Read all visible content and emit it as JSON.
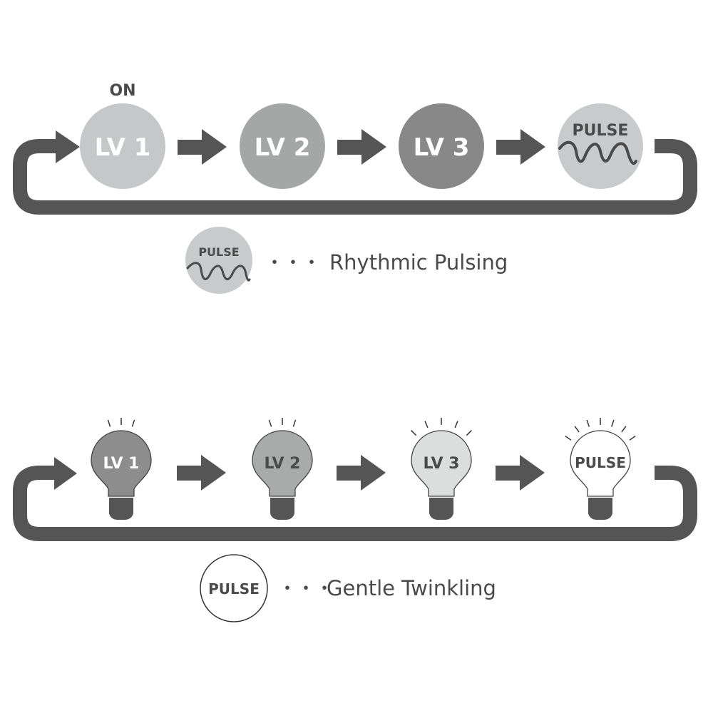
{
  "colors": {
    "arrow": "#555555",
    "text_dark": "#4a4a4a",
    "text_light": "#ffffff",
    "circle_lv1": "#c6c7c8",
    "circle_lv2": "#a5a6a6",
    "circle_lv3": "#888888",
    "circle_pulse": "#c9cacb",
    "bulb_lv1": "#8d8d8d",
    "bulb_lv2": "#a9aaaa",
    "bulb_lv3": "#dcdddd",
    "bulb_pulse": "#ffffff",
    "bulb_base": "#555555",
    "bulb_outline": "#444444"
  },
  "top_cycle": {
    "start_label": "ON",
    "steps": [
      {
        "label": "LV 1",
        "style": "lv1"
      },
      {
        "label": "LV 2",
        "style": "lv2"
      },
      {
        "label": "LV 3",
        "style": "lv3"
      },
      {
        "label": "PULSE",
        "style": "pulse",
        "icon": "wave-icon"
      }
    ],
    "legend": {
      "icon_label": "PULSE",
      "dots": "・・・",
      "text": "Rhythmic Pulsing"
    }
  },
  "bottom_cycle": {
    "steps": [
      {
        "label": "LV 1",
        "style": "lv1",
        "rays": 3
      },
      {
        "label": "LV 2",
        "style": "lv2",
        "rays": 3
      },
      {
        "label": "LV 3",
        "style": "lv3",
        "rays": 5
      },
      {
        "label": "PULSE",
        "style": "pulse",
        "rays": 7
      }
    ],
    "legend": {
      "icon_label": "PULSE",
      "dots": "・・・",
      "text": "Gentle Twinkling"
    }
  }
}
